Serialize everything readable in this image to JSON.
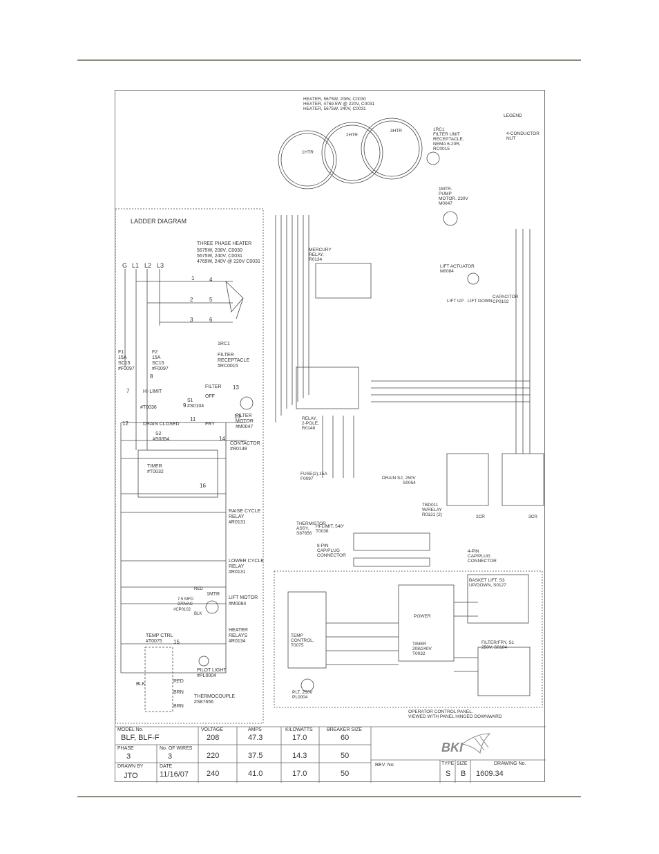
{
  "ladder": {
    "title": "LADDER  DIAGRAM",
    "heater_caption": [
      "THREE PHASE HEATER",
      "5675W, 208V, C0030",
      "5675W, 240V, C0031",
      "4769W, 240V @ 220V C0031"
    ],
    "lines": [
      "G",
      "L1",
      "L2",
      "L3"
    ],
    "fuse1": [
      "F1",
      "15A",
      "SC15",
      "#F0097"
    ],
    "fuse2": [
      "F2",
      "15A",
      "SC15",
      "#F0097"
    ],
    "hilimit": [
      "HI-LIMIT",
      "#T0036"
    ],
    "filter_switch": [
      "FILTER",
      "S1",
      "#S0104",
      "OFF",
      "FRY"
    ],
    "filter_motor": [
      "FILTER",
      "MOTOR",
      "#M0047"
    ],
    "filter_receptacle": [
      "1RC1",
      "FILTER",
      "RECEPTACLE",
      "#RC0015"
    ],
    "drain": [
      "DRAIN  CLOSED",
      "S2",
      "#S0054"
    ],
    "contactor": [
      "CONTACTOR",
      "#R0148"
    ],
    "timer": [
      "TIMER",
      "#T0032"
    ],
    "raise_relay": [
      "RAISE CYCLE",
      "RELAY",
      "#R0131"
    ],
    "lower_relay": [
      "LOWER CYCLE",
      "RELAY",
      "#R0131"
    ],
    "lift_motor": [
      "1MTR",
      "LIFT  MOTOR",
      "#M0084",
      "7.5 MFD",
      "370VAC",
      "#CP0102",
      "RED",
      "BLK"
    ],
    "heater_relays": [
      "HEATER",
      "RELAYS",
      "#R0134"
    ],
    "temp_ctrl": [
      "TEMP CTRL",
      "#T0075"
    ],
    "pilot_light": [
      "PILOT LIGHT",
      "#PL0004"
    ],
    "thermocouple": [
      "THERMOCOUPLE",
      "#S87656",
      "RED",
      "BRN",
      "BRN",
      "BLK"
    ],
    "wire_numbers": [
      "1",
      "2",
      "3",
      "4",
      "5",
      "6",
      "7",
      "8",
      "9",
      "10",
      "11",
      "12",
      "13",
      "14",
      "15",
      "16"
    ]
  },
  "wiring": {
    "heater_caption": [
      "HEATER, 5675W, 208V, C0030",
      "HEATER, 4769.5W @ 220V, C0031",
      "HEATER, 5675W, 240V, C0031"
    ],
    "elements": [
      "1HTR",
      "2HTR",
      "3HTR"
    ],
    "legend": [
      "LEGEND",
      "4-CONDUCTOR",
      "NUT"
    ],
    "receptacle": [
      "1RC1",
      "FILTER UNIT",
      "RECEPTACLE,",
      "NEMA 6-20R,",
      "RC0015"
    ],
    "pump": [
      "1MTR-",
      "PUMP",
      "MOTOR, 230V",
      "M0047"
    ],
    "mercury_relay": [
      "MERCURY",
      "RELAY,",
      "R0134"
    ],
    "lift_actuator": [
      "LIFT ACTUATOR",
      "M0084",
      "LIFT UP",
      "LIFT DOWN",
      "CAPACITOR",
      "CP0102"
    ],
    "relay_2pole": [
      "RELAY,",
      "2-POLE,",
      "R0148"
    ],
    "fuse": [
      "FUSE(2),15A",
      "F0097"
    ],
    "drain": [
      "DRAIN S2, 250V",
      "S0054"
    ],
    "tbd": [
      "TBD011",
      "W/RELAY",
      "R0131 (2)"
    ],
    "relay_labels": [
      "2CR",
      "3CR"
    ],
    "hilimit": [
      "HI-LIMIT, 540°",
      "T0036"
    ],
    "thermistor": [
      "THERMISTOR",
      "ASSY,",
      "S87656"
    ],
    "connector8": [
      "8-PIN",
      "CAP/PLUG",
      "CONNECTOR"
    ],
    "connector4": [
      "4-PIN",
      "CAP/PLUG",
      "CONNECTOR"
    ],
    "basket_lift": [
      "BASKET LIFT, S3",
      "UP/DOWN, S0127"
    ],
    "temp_control": [
      "TEMP",
      "CONTROL,",
      "T0075"
    ],
    "power": "POWER",
    "timer": [
      "TIMER",
      "208/240V",
      "T0032"
    ],
    "filter_fry": [
      "FILTER/FRY, S1",
      "250V, S0104"
    ],
    "pilot": [
      "PLT, 250V",
      "PL0004"
    ],
    "panel_caption": [
      "OPERATOR CONTROL PANEL,",
      "VIEWED WITH PANEL HINGED DOWNWARD"
    ]
  },
  "title_block": {
    "model_label": "MODEL No.",
    "model": "BLF, BLF-F",
    "voltage_label": "VOLTAGE",
    "amps_label": "AMPS",
    "kw_label": "KILOWATTS",
    "breaker_label": "BREAKER SIZE",
    "phase_label": "PHASE",
    "phase": "3",
    "wires_label": "No. OF WIRES",
    "wires": "3",
    "drawn_label": "DRAWN BY",
    "drawn": "JTO",
    "date_label": "DATE",
    "date": "11/16/07",
    "rows": [
      {
        "voltage": "208",
        "amps": "47.3",
        "kw": "17.0",
        "breaker": "60"
      },
      {
        "voltage": "220",
        "amps": "37.5",
        "kw": "14.3",
        "breaker": "50"
      },
      {
        "voltage": "240",
        "amps": "41.0",
        "kw": "17.0",
        "breaker": "50"
      }
    ],
    "rev_label": "REV. No.",
    "type_label": "TYPE",
    "size_label": "SIZE",
    "drawing_label": "DRAWING No.",
    "type": "S",
    "size": "B",
    "drawing": "1609.34",
    "logo": "BKI"
  }
}
